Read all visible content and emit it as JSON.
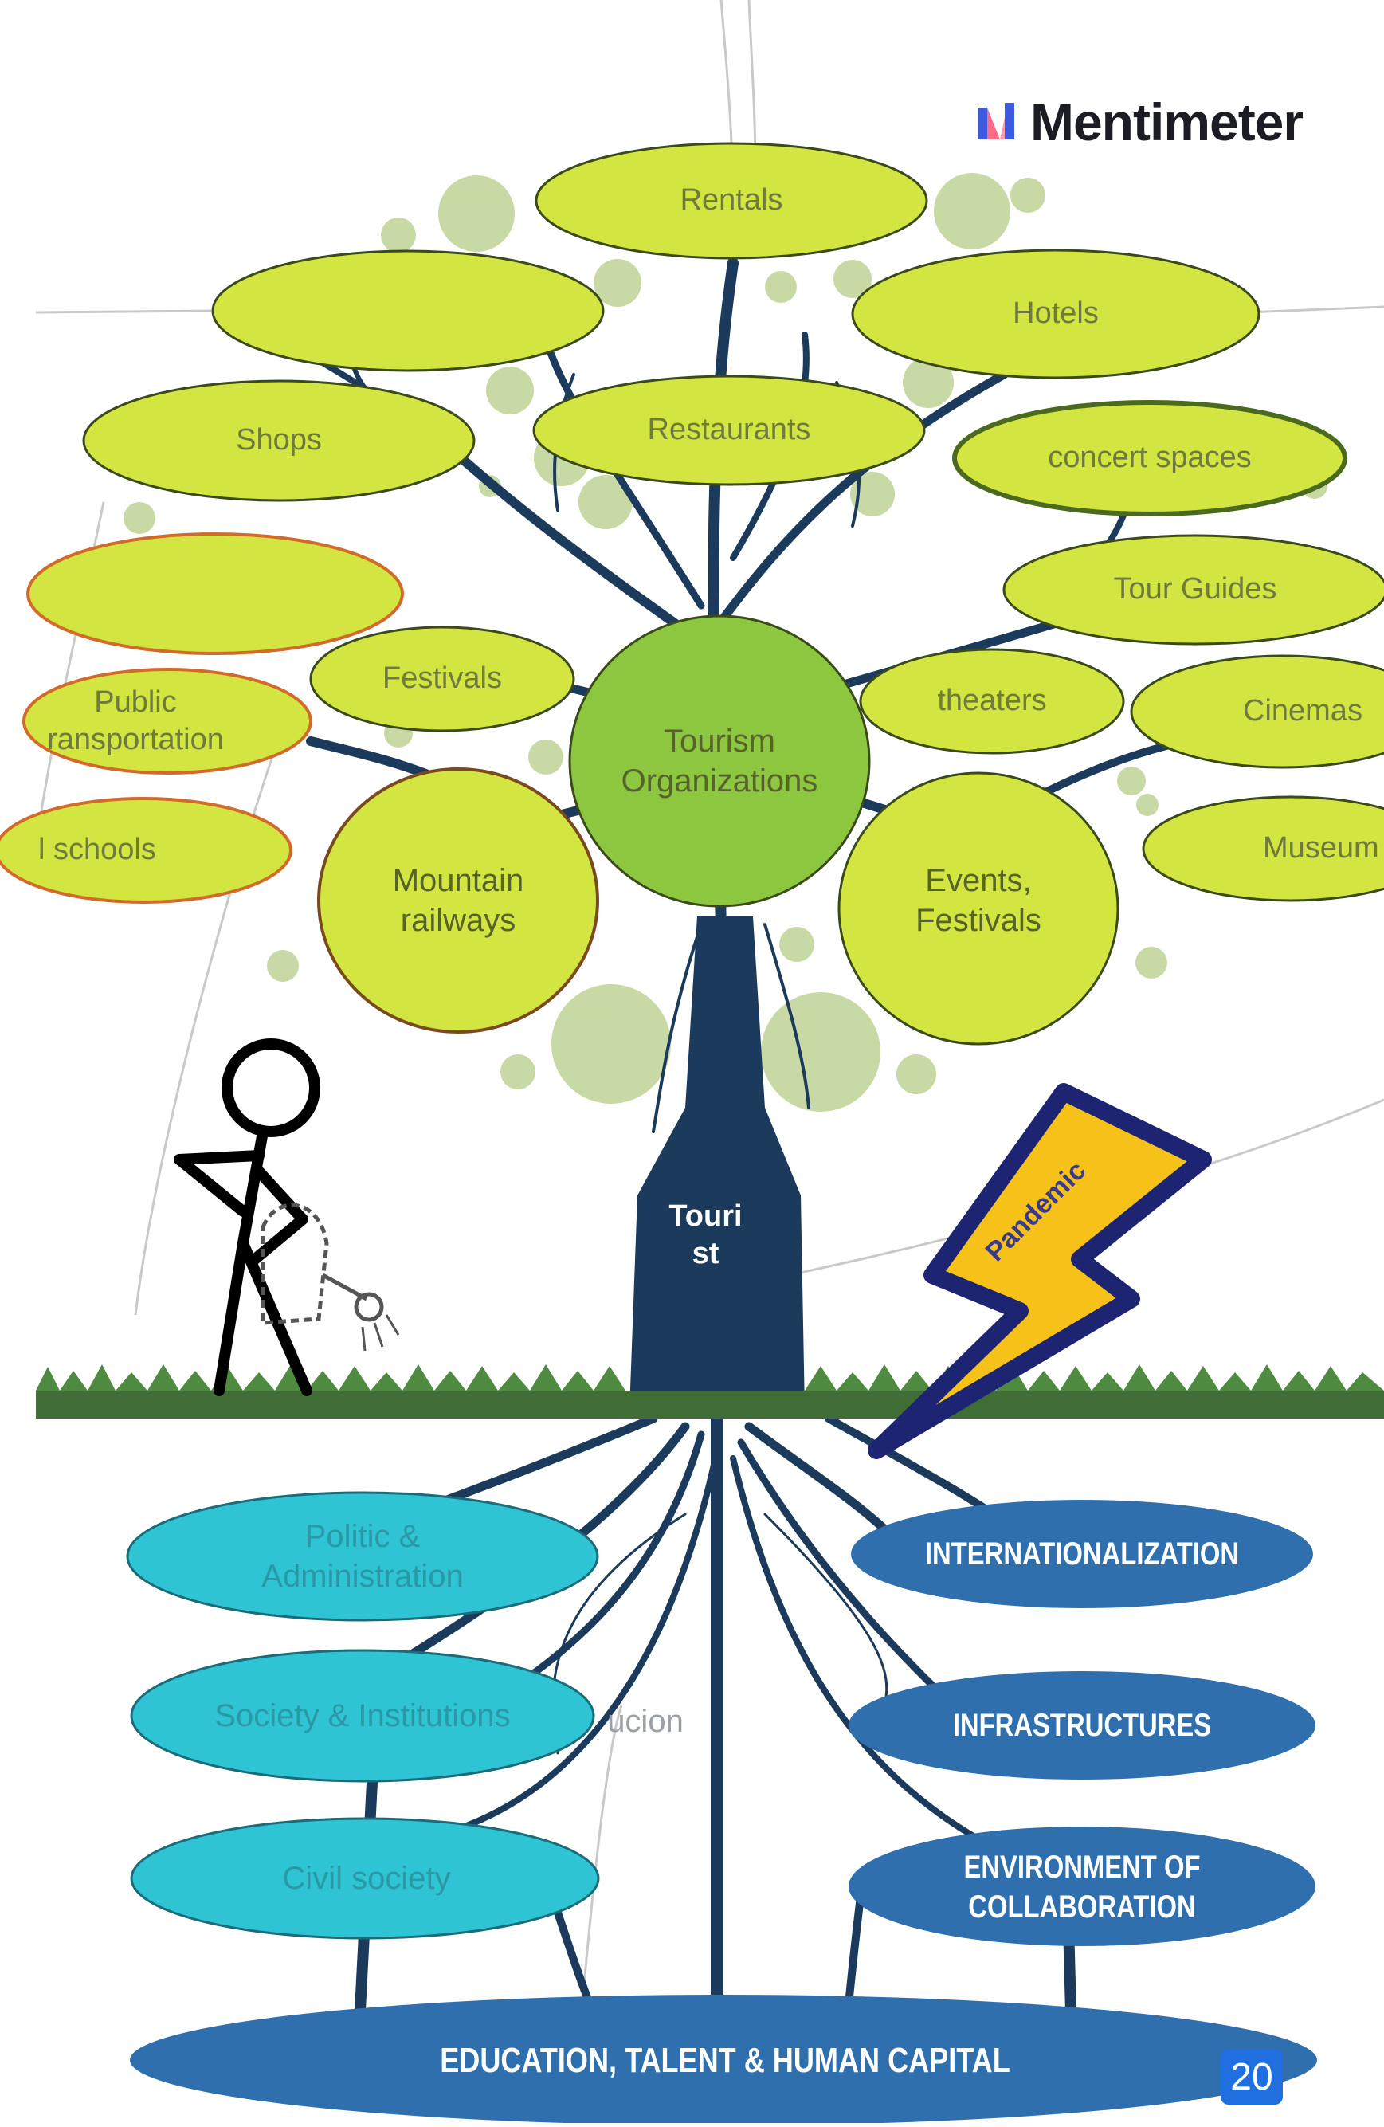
{
  "brand": {
    "name": "Mentimeter"
  },
  "leaves": {
    "rentals": "Rentals",
    "hotels": "Hotels",
    "shops": "Shops",
    "restaurants": "Restaurants",
    "concert_spaces": "concert spaces",
    "tour_guides": "Tour Guides",
    "festivals_small": "Festivals",
    "public_transportation": "Public\nransportation",
    "theaters": "theaters",
    "cinemas": "Cinemas",
    "schools": "l schools",
    "museums": "Museum",
    "tourism_organizations": "Tourism\nOrganizations",
    "mountain_railways": "Mountain\nrailways",
    "events_festivals": "Events,\nFestivals"
  },
  "trunk": {
    "label": "Touri\nst"
  },
  "bolt": {
    "label": "Pandemic"
  },
  "roots": {
    "politic_administration": "Politic &\nAdministration",
    "society_institutions": "Society & Institutions",
    "hidden_fragment": "ucion",
    "civil_society": "Civil society",
    "internationalization": "INTERNATIONALIZATION",
    "infrastructures": "INFRASTRUCTURES",
    "environment_collaboration": "ENVIRONMENT OF\nCOLLABORATION",
    "education": "EDUCATION, TALENT & HUMAN CAPITAL"
  },
  "page_number": "20",
  "colors": {
    "leaf_fill": "#d2e541",
    "leaf_stroke": "#3a4a1a",
    "center_fill": "#8dc63f",
    "trunk": "#1b3a5c",
    "root_teal": "#2ec4d3",
    "root_blue": "#2f6fae",
    "grass": "#3f6d35",
    "dot": "#c2d59b",
    "bolt": "#f6c21a",
    "bolt_outline": "#1d2472",
    "badge": "#1f6fe0"
  }
}
